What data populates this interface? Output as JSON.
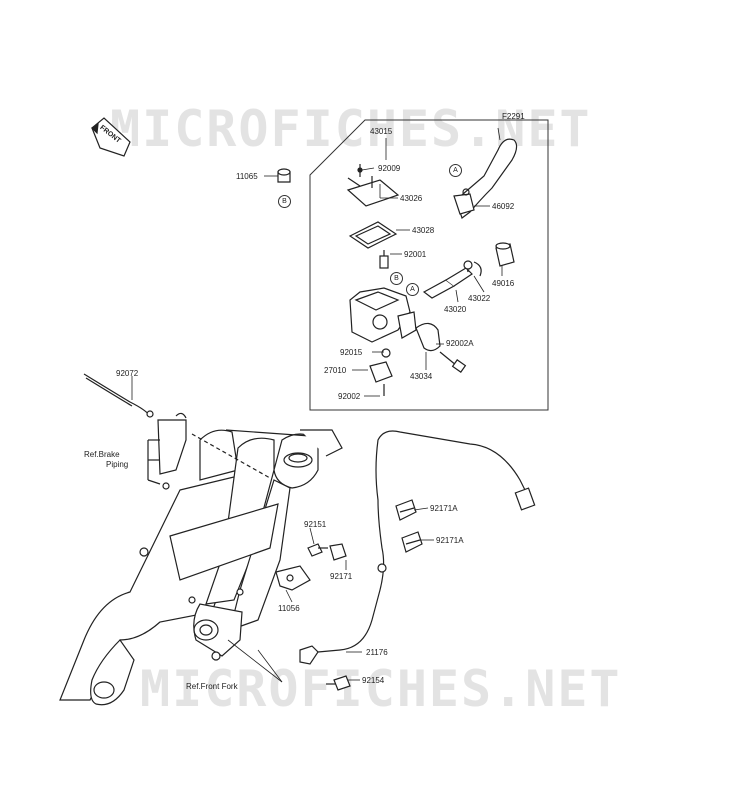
{
  "watermark": "MICROFICHES.NET",
  "front_badge": "FRONT",
  "figure_code": "F2291",
  "refs": {
    "brake_piping_1": "Ref.Brake",
    "brake_piping_2": "Piping",
    "front_fork": "Ref.Front Fork"
  },
  "callouts": {
    "a": "A",
    "b": "B"
  },
  "parts": {
    "p43015": "43015",
    "p92009": "92009",
    "p43026": "43026",
    "p43028": "43028",
    "p92001": "92001",
    "p46092": "46092",
    "p49016": "49016",
    "p43022": "43022",
    "p43020": "43020",
    "p92002a": "92002A",
    "p43034": "43034",
    "p92015": "92015",
    "p27010": "27010",
    "p92002": "92002",
    "p11065": "11065",
    "p92072": "92072",
    "p92151": "92151",
    "p92171": "92171",
    "p11056": "11056",
    "p92171a_1": "92171A",
    "p92171a_2": "92171A",
    "p21176": "21176",
    "p92154": "92154"
  }
}
